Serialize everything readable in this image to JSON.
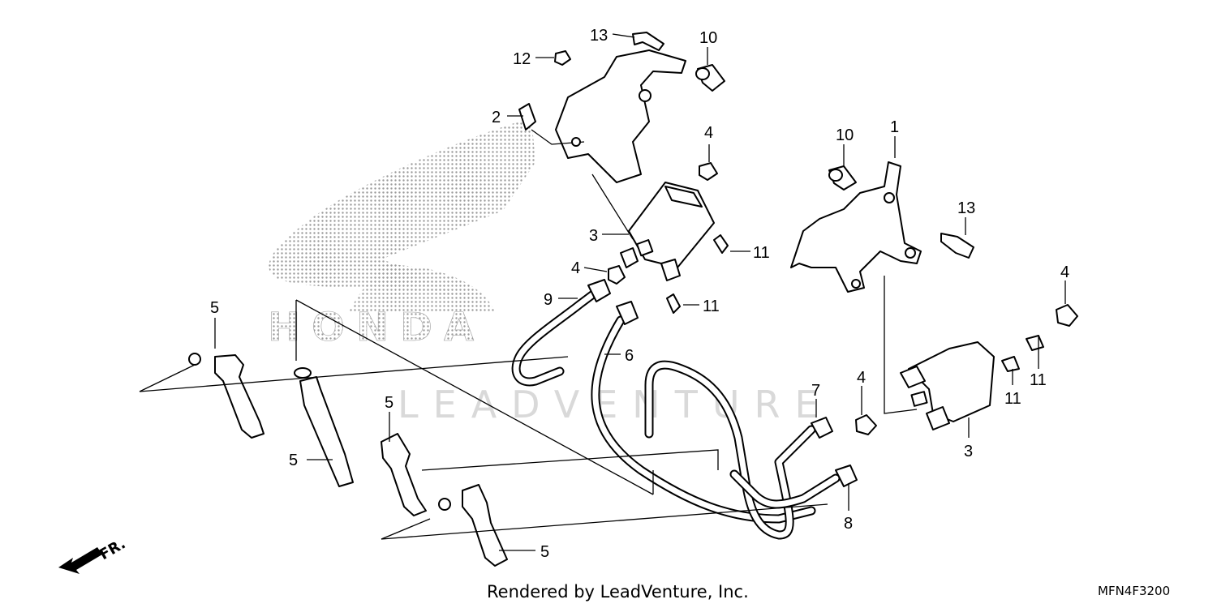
{
  "diagram": {
    "watermark": "LEADVENTURE",
    "logo_text": "HONDA",
    "direction_label": "FR.",
    "callouts": {
      "c1": "1",
      "c2": "2",
      "c3a": "3",
      "c3b": "3",
      "c4a": "4",
      "c4b": "4",
      "c4c": "4",
      "c4d": "4",
      "c5a": "5",
      "c5b": "5",
      "c5c": "5",
      "c5d": "5",
      "c6": "6",
      "c7": "7",
      "c8": "8",
      "c9": "9",
      "c10a": "10",
      "c10b": "10",
      "c11a": "11",
      "c11b": "11",
      "c11c": "11",
      "c11d": "11",
      "c12": "12",
      "c13a": "13",
      "c13b": "13"
    }
  },
  "footer": {
    "credit": "Rendered by LeadVenture, Inc.",
    "diagram_code": "MFN4F3200"
  }
}
